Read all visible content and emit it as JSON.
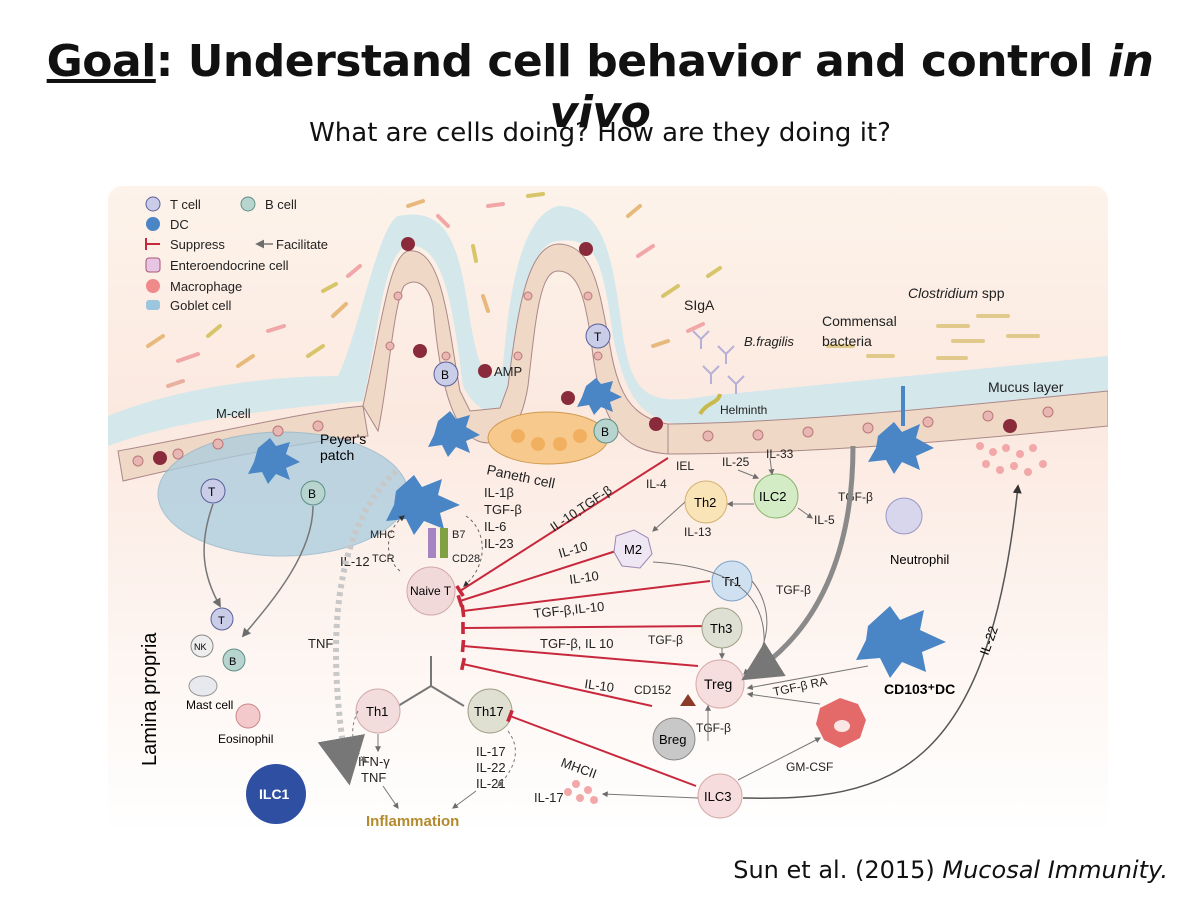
{
  "slide": {
    "title_goal": "Goal",
    "title_rest": ": Understand cell behavior and control ",
    "title_italic": "in vivo",
    "subtitle": "What are cells doing? How are they doing it?",
    "citation_prefix": "Sun et al. (2015) ",
    "citation_italic": "Mucosal Immunity."
  },
  "legend": {
    "t_cell": "T cell",
    "b_cell": "B cell",
    "dc": "DC",
    "suppress": "Suppress",
    "facilitate": "Facilitate",
    "enteroendocrine": "Enteroendocrine cell",
    "macrophage": "Macrophage",
    "goblet": "Goblet cell"
  },
  "labels": {
    "m_cell": "M-cell",
    "peyers_patch": "Peyer's\npatch",
    "amp": "AMP",
    "paneth": "Paneth cell",
    "siga": "SIgA",
    "bfragilis": "B.fragilis",
    "commensal": "Commensal",
    "bacteria": "bacteria",
    "clostridium": "Clostridium",
    "clostridium_spp": " spp",
    "mucus": "Mucus layer",
    "helminth": "Helminth",
    "iel": "IEL",
    "il25": "IL-25",
    "il33": "IL-33",
    "il4": "IL-4",
    "il5": "IL-5",
    "il13": "IL-13",
    "lamina": "Lamina  propria",
    "nk": "NK",
    "mast": "Mast cell",
    "eosinophil": "Eosinophil",
    "ilc1": "ILC1",
    "mhc": "MHC",
    "tcr": "TCR",
    "b7": "B7",
    "cd28": "CD28",
    "dc_cyt1": "IL-1β",
    "dc_cyt2": "TGF-β",
    "dc_cyt3": "IL-6",
    "dc_cyt4": "IL-23",
    "il12": "IL-12",
    "tnf": "TNF",
    "naive_t": "Naive T",
    "th1": "Th1",
    "th17": "Th17",
    "th2": "Th2",
    "ilc2": "ILC2",
    "m2": "M2",
    "tr1": "Tr1",
    "th3": "Th3",
    "treg": "Treg",
    "breg": "Breg",
    "ilc3": "ILC3",
    "cd152": "CD152",
    "cd103dc": "CD103⁺DC",
    "neutrophil": "Neutrophil",
    "ifn": "IFN-γ",
    "tnf2": "TNF",
    "il17": "IL-17",
    "il22": "IL-22",
    "il21": "IL-21",
    "il17b": "IL-17",
    "inflammation": "Inflammation",
    "il10_tgf": "IL-10,TGF-β",
    "il10_a": "IL-10",
    "il10_b": "IL-10",
    "tgf_il10": "TGF-β,IL-10",
    "tgf_il10b": "TGF-β, IL 10",
    "il10_c": "IL-10",
    "mhcii": "MHCII",
    "tgf_a": "TGF-β",
    "tgf_b": "TGF-β",
    "tgf_c": "TGF-β",
    "tgf_d": "TGF-β",
    "tgf_ra": "TGF-β RA",
    "gmcsf": "GM-CSF",
    "il22_long": "IL-22",
    "t": "T",
    "b": "B"
  },
  "colors": {
    "suppress": "#c8283c",
    "facilitate": "#7a7a7a",
    "mucus": "#c7e4ea",
    "lamina": "#fbe1de",
    "dc": "#4a86c5"
  }
}
